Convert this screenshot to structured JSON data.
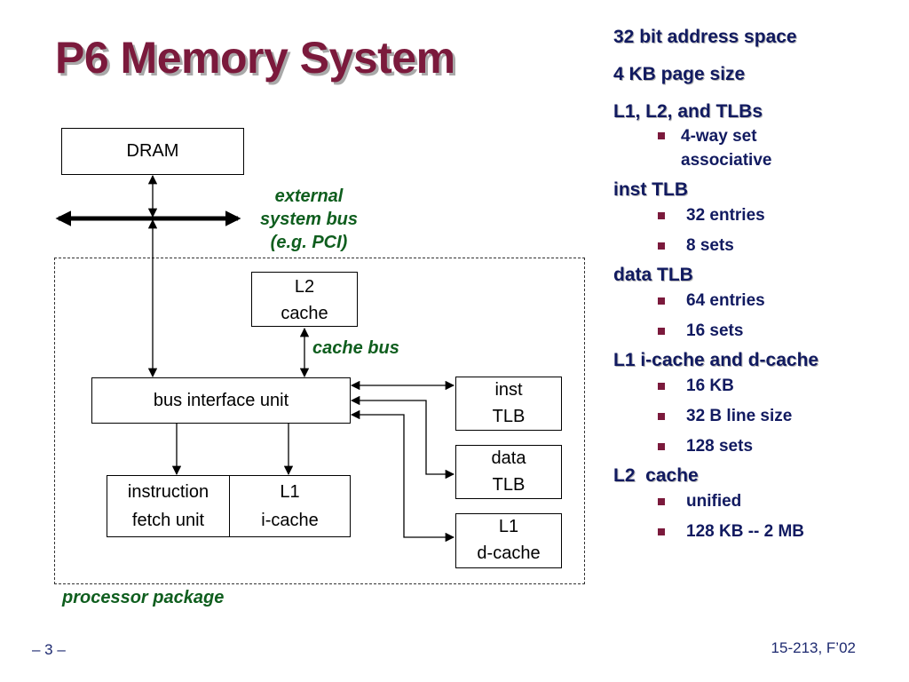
{
  "slide": {
    "title": "P6 Memory System",
    "page_number": "– 3 –",
    "course": "15-213, F’02"
  },
  "diagram": {
    "dram": "DRAM",
    "external_bus": [
      "external",
      "system bus",
      "(e.g. PCI)"
    ],
    "l2_cache": [
      "L2",
      "cache"
    ],
    "cache_bus": "cache bus",
    "bus_interface_unit": "bus interface unit",
    "inst_tlb": [
      "inst",
      "TLB"
    ],
    "data_tlb": [
      "data",
      "TLB"
    ],
    "l1_dcache": [
      "L1",
      "d-cache"
    ],
    "instruction_fetch_unit": [
      "instruction",
      "fetch unit"
    ],
    "l1_icache": [
      "L1",
      "i-cache"
    ],
    "processor_package": "processor package"
  },
  "notes": [
    {
      "heading": "32 bit address space",
      "items": []
    },
    {
      "heading": "4 KB page size",
      "items": []
    },
    {
      "heading": "L1, L2, and TLBs",
      "items": [
        "4-way set associative"
      ]
    },
    {
      "heading": "inst TLB",
      "items": [
        "32 entries",
        "8 sets"
      ]
    },
    {
      "heading": "data TLB",
      "items": [
        "64 entries",
        "16 sets"
      ]
    },
    {
      "heading": "L1 i-cache and d-cache",
      "items": [
        "16 KB",
        "32 B line size",
        "128 sets"
      ]
    },
    {
      "heading": "L2  cache",
      "items": [
        "unified",
        "128 KB -- 2 MB"
      ]
    }
  ],
  "colors": {
    "title": "#7b1a3c",
    "heading": "#111a60",
    "label_green": "#0f5e1e",
    "bullet": "#7b1a3c"
  }
}
